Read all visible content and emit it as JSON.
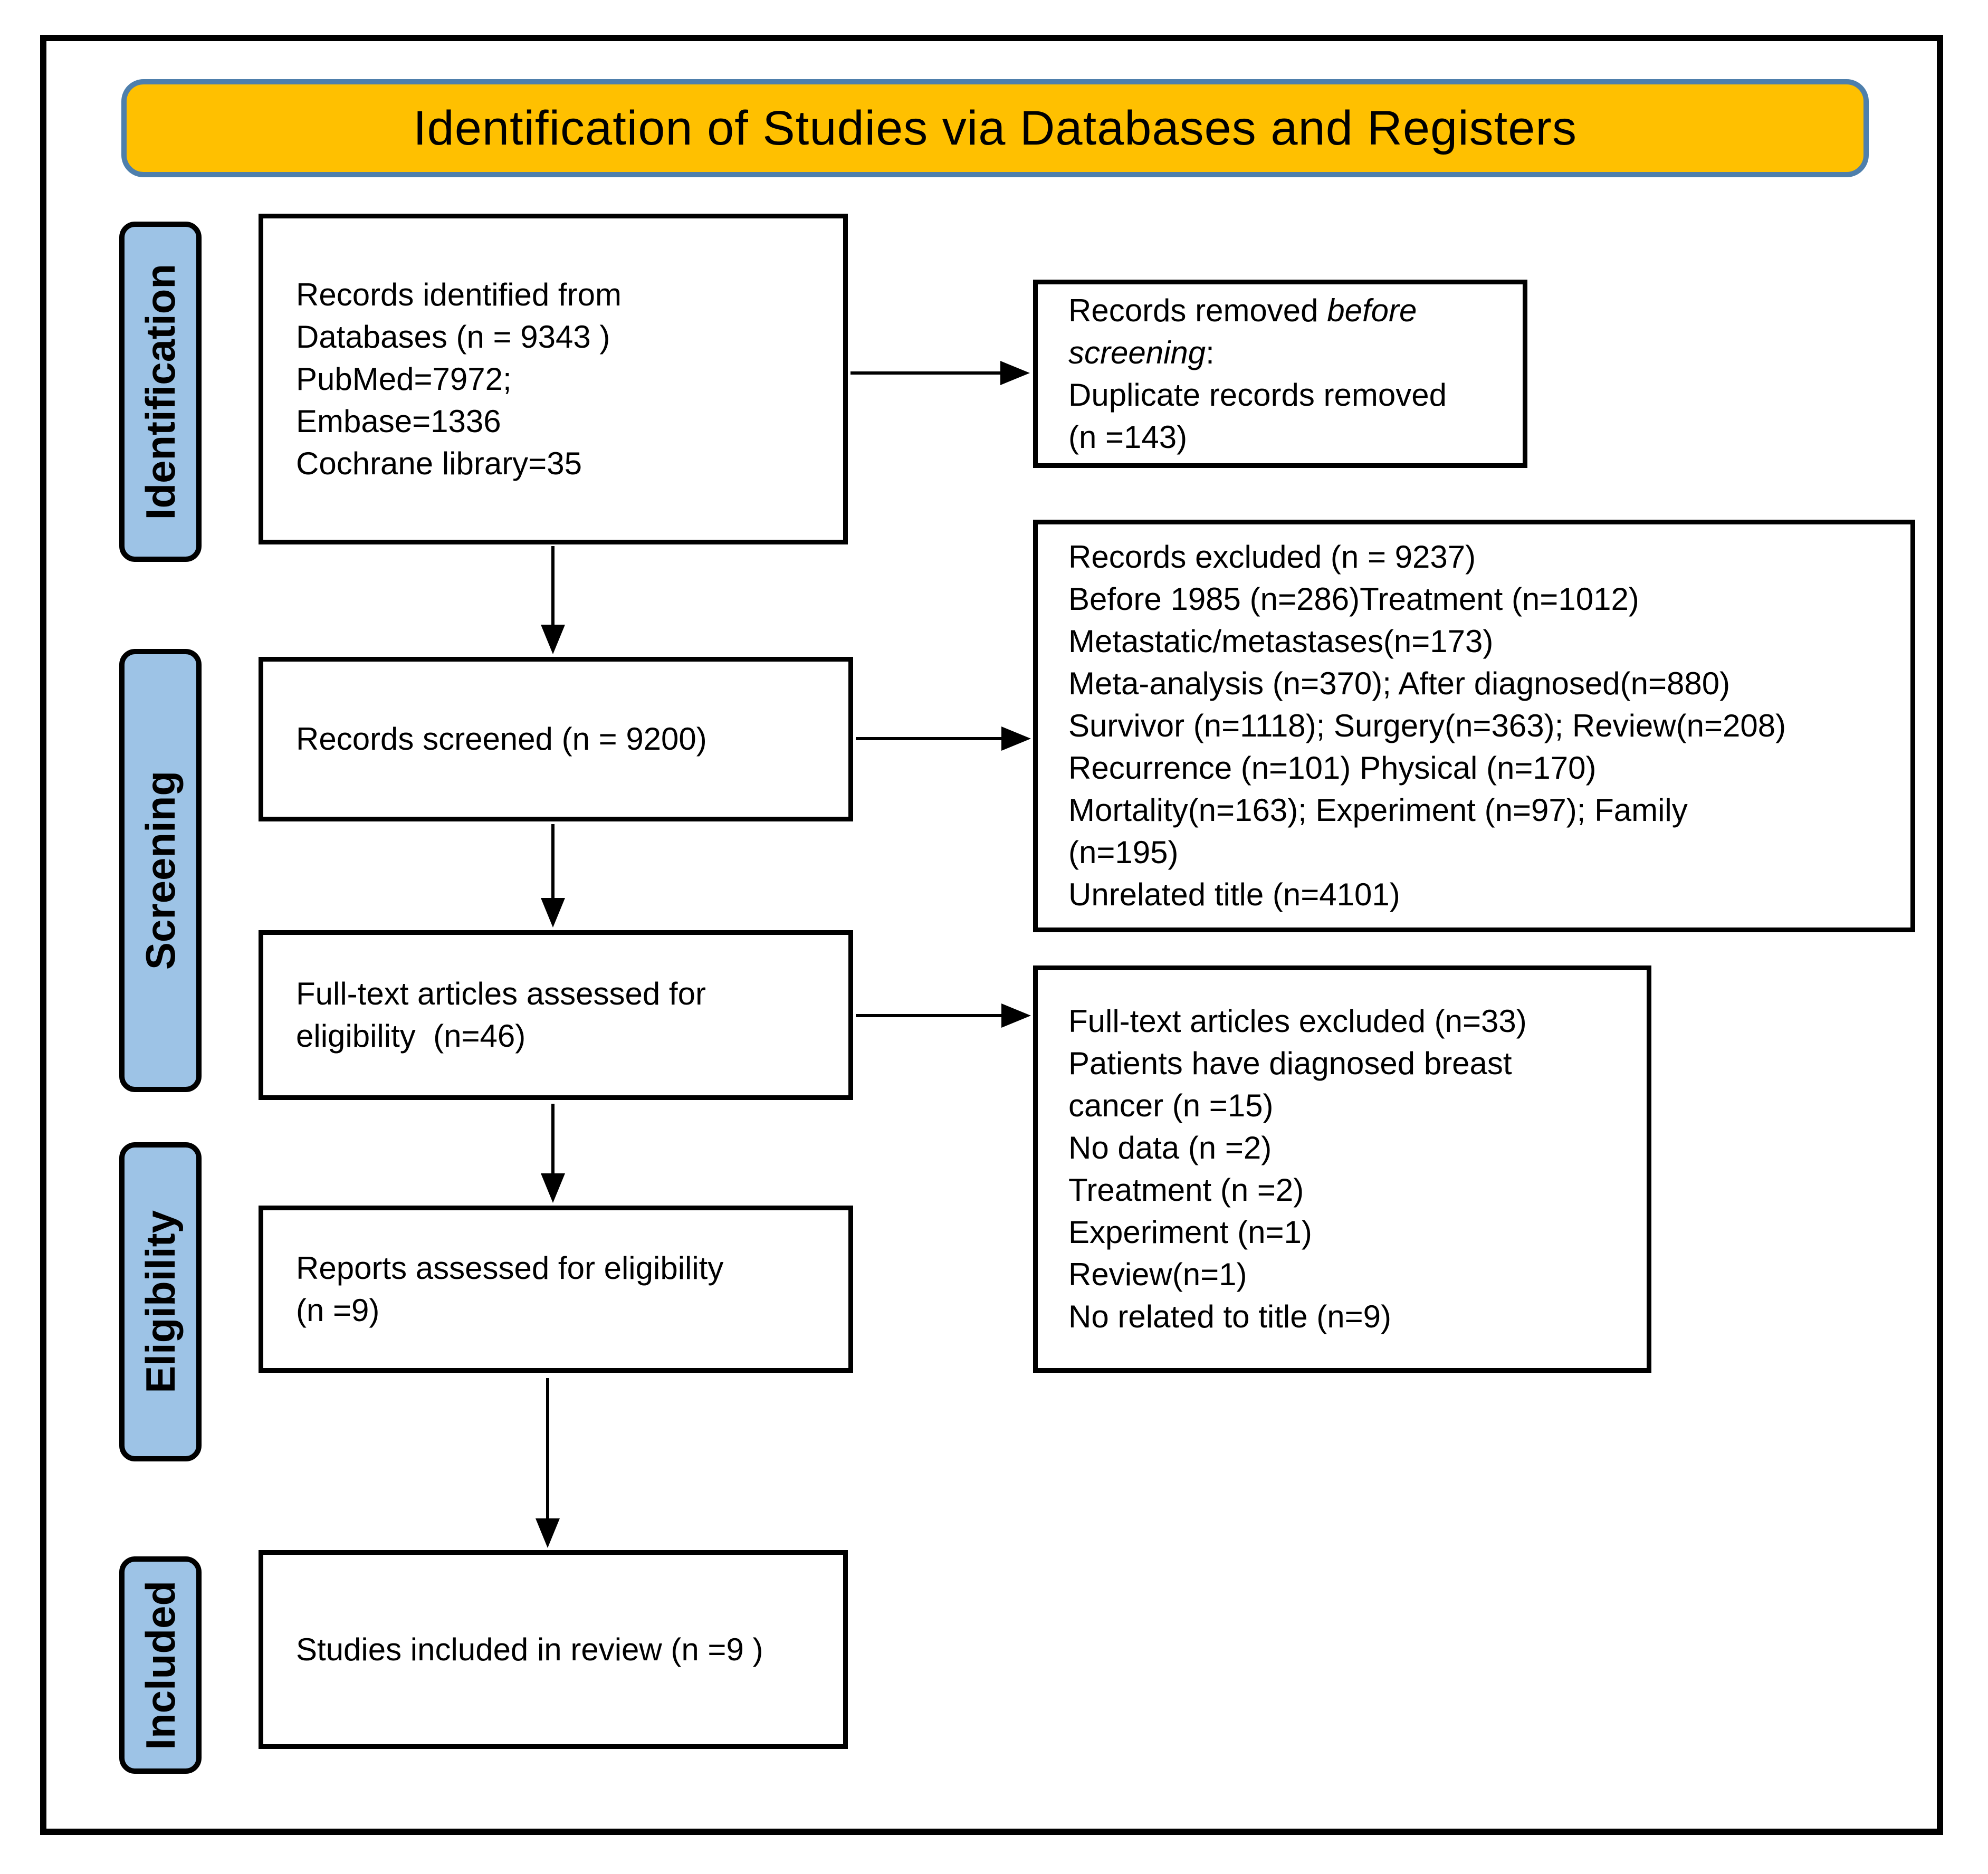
{
  "banner": {
    "title": "Identification of Studies via Databases and Registers",
    "fill_color": "#FFC000",
    "border_color": "#4E7FAC"
  },
  "sidebar": {
    "fill_color": "#9DC3E6",
    "stages": [
      {
        "label": "Identification"
      },
      {
        "label": "Screening"
      },
      {
        "label": "Eligibility"
      },
      {
        "label": "Included"
      }
    ]
  },
  "boxes": {
    "records_identified": {
      "lines": [
        "Records identified from",
        "Databases (n = 9343 )",
        "PubMed=7972;",
        "Embase=1336",
        "Cochrane library=35"
      ]
    },
    "records_removed": {
      "lines": [
        [
          {
            "t": "Records removed ",
            "i": false
          },
          {
            "t": "before",
            "i": true
          }
        ],
        [
          {
            "t": "screening",
            "i": true
          },
          {
            "t": ":",
            "i": false
          }
        ],
        "Duplicate records removed",
        "(n =143)"
      ]
    },
    "records_screened": {
      "lines": [
        "Records screened (n = 9200)"
      ]
    },
    "records_excluded": {
      "lines": [
        "Records excluded (n = 9237)",
        "Before 1985 (n=286)Treatment (n=1012)",
        "Metastatic/metastases(n=173)",
        "Meta-analysis (n=370); After diagnosed(n=880)",
        "Survivor (n=1118); Surgery(n=363); Review(n=208)",
        "Recurrence (n=101) Physical (n=170)",
        "Mortality(n=163); Experiment (n=97); Family",
        "(n=195)",
        "Unrelated title (n=4101)"
      ]
    },
    "fulltext_assessed": {
      "lines": [
        "Full-text articles assessed for",
        "eligibility  (n=46)"
      ]
    },
    "fulltext_excluded": {
      "lines": [
        "Full-text articles excluded (n=33)",
        "Patients have diagnosed breast",
        "cancer (n =15)",
        "No data (n =2)",
        "Treatment (n =2)",
        "Experiment (n=1)",
        "Review(n=1)",
        "No related to title (n=9)"
      ]
    },
    "reports_assessed": {
      "lines": [
        "Reports assessed for eligibility",
        "(n =9)"
      ]
    },
    "studies_included": {
      "lines": [
        "Studies included in review (n =9 )"
      ]
    }
  }
}
